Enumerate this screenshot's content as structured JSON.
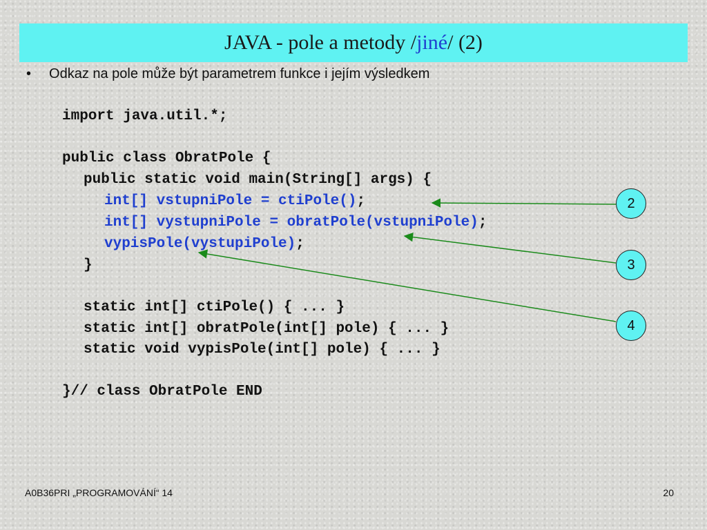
{
  "title": {
    "prefix": "JAVA - pole a metody /",
    "accent": "jiné",
    "suffix": "/ (2)"
  },
  "bullet": {
    "marker": "•",
    "text": "Odkaz na pole může být parametrem funkce i jejím výsledkem"
  },
  "code": {
    "line_import": "import java.util.*;",
    "line_class": "public class ObratPole {",
    "line_main": "public static void main(String[] args) {",
    "line_in_blue": "int[] vstupniPole = ctiPole()",
    "line_in_end": ";",
    "line_out_blue": "int[] vystupniPole = obratPole(vstupniPole)",
    "line_out_end": ";",
    "line_print_blue": "vypisPole(vystupiPole)",
    "line_print_end": ";",
    "line_close_main": "}",
    "line_cti": "static int[] ctiPole() { ... }",
    "line_obrat": "static int[] obratPole(int[] pole) { ... }",
    "line_vypis": "static void vypisPole(int[] pole) { ... }",
    "line_end": "}// class ObratPole END"
  },
  "callouts": {
    "c2": "2",
    "c3": "3",
    "c4": "4"
  },
  "colors": {
    "title_bg": "#5ff2f2",
    "accent": "#1f3fcf",
    "arrow": "#1a8a1a"
  },
  "footer": {
    "left": "A0B36PRI  „PROGRAMOVÁNÍ“  14",
    "right": "20"
  }
}
